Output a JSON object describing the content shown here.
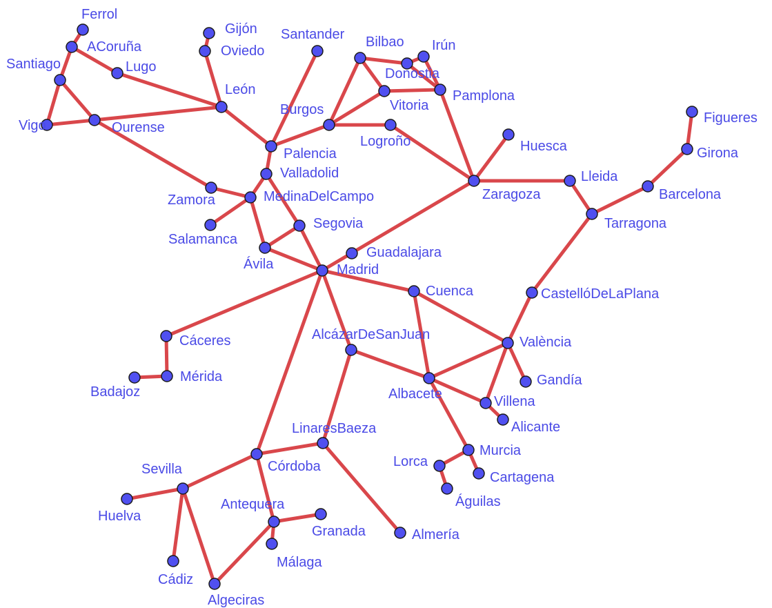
{
  "colors": {
    "edge": "#d9474b",
    "node_fill": "#5050f0",
    "node_stroke": "#1a1a1a",
    "label": "#4a4ae6"
  },
  "nodes": [
    {
      "id": "Ferrol",
      "label": "Ferrol"
    },
    {
      "id": "ACoruna",
      "label": "ACoruña"
    },
    {
      "id": "Santiago",
      "label": "Santiago"
    },
    {
      "id": "Lugo",
      "label": "Lugo"
    },
    {
      "id": "Vigo",
      "label": "Vigo"
    },
    {
      "id": "Ourense",
      "label": "Ourense"
    },
    {
      "id": "Gijon",
      "label": "Gijón"
    },
    {
      "id": "Oviedo",
      "label": "Oviedo"
    },
    {
      "id": "Leon",
      "label": "León"
    },
    {
      "id": "Santander",
      "label": "Santander"
    },
    {
      "id": "Bilbao",
      "label": "Bilbao"
    },
    {
      "id": "Irun",
      "label": "Irún"
    },
    {
      "id": "Donostia",
      "label": "Donostia"
    },
    {
      "id": "Vitoria",
      "label": "Vitoria"
    },
    {
      "id": "Pamplona",
      "label": "Pamplona"
    },
    {
      "id": "Burgos",
      "label": "Burgos"
    },
    {
      "id": "Logrono",
      "label": "Logroño"
    },
    {
      "id": "Palencia",
      "label": "Palencia"
    },
    {
      "id": "Valladolid",
      "label": "Valladolid"
    },
    {
      "id": "Zamora",
      "label": "Zamora"
    },
    {
      "id": "MedinaDelCampo",
      "label": "MedinaDelCampo"
    },
    {
      "id": "Salamanca",
      "label": "Salamanca"
    },
    {
      "id": "Segovia",
      "label": "Segovia"
    },
    {
      "id": "Avila",
      "label": "Ávila"
    },
    {
      "id": "Guadalajara",
      "label": "Guadalajara"
    },
    {
      "id": "Madrid",
      "label": "Madrid"
    },
    {
      "id": "Huesca",
      "label": "Huesca"
    },
    {
      "id": "Zaragoza",
      "label": "Zaragoza"
    },
    {
      "id": "Lleida",
      "label": "Lleida"
    },
    {
      "id": "Figueres",
      "label": "Figueres"
    },
    {
      "id": "Girona",
      "label": "Girona"
    },
    {
      "id": "Barcelona",
      "label": "Barcelona"
    },
    {
      "id": "Tarragona",
      "label": "Tarragona"
    },
    {
      "id": "CastelloDeLaPlana",
      "label": "CastellóDeLaPlana"
    },
    {
      "id": "Cuenca",
      "label": "Cuenca"
    },
    {
      "id": "Valencia",
      "label": "València"
    },
    {
      "id": "Gandia",
      "label": "Gandía"
    },
    {
      "id": "Caceres",
      "label": "Cáceres"
    },
    {
      "id": "Merida",
      "label": "Mérida"
    },
    {
      "id": "Badajoz",
      "label": "Badajoz"
    },
    {
      "id": "AlcazarDeSanJuan",
      "label": "AlcázarDeSanJuan"
    },
    {
      "id": "Albacete",
      "label": "Albacete"
    },
    {
      "id": "Villena",
      "label": "Villena"
    },
    {
      "id": "Alicante",
      "label": "Alicante"
    },
    {
      "id": "LinaresBaeza",
      "label": "LinaresBaeza"
    },
    {
      "id": "Murcia",
      "label": "Murcia"
    },
    {
      "id": "Lorca",
      "label": "Lorca"
    },
    {
      "id": "Cartagena",
      "label": "Cartagena"
    },
    {
      "id": "Aguilas",
      "label": "Águilas"
    },
    {
      "id": "Sevilla",
      "label": "Sevilla"
    },
    {
      "id": "Cordoba",
      "label": "Córdoba"
    },
    {
      "id": "Huelva",
      "label": "Huelva"
    },
    {
      "id": "Antequera",
      "label": "Antequera"
    },
    {
      "id": "Granada",
      "label": "Granada"
    },
    {
      "id": "Almeria",
      "label": "Almería"
    },
    {
      "id": "Malaga",
      "label": "Málaga"
    },
    {
      "id": "Cadiz",
      "label": "Cádiz"
    },
    {
      "id": "Algeciras",
      "label": "Algeciras"
    }
  ],
  "edges": [
    [
      "Ferrol",
      "ACoruna"
    ],
    [
      "ACoruna",
      "Santiago"
    ],
    [
      "ACoruna",
      "Lugo"
    ],
    [
      "Lugo",
      "Leon"
    ],
    [
      "Santiago",
      "Vigo"
    ],
    [
      "Santiago",
      "Ourense"
    ],
    [
      "Vigo",
      "Ourense"
    ],
    [
      "Ourense",
      "Leon"
    ],
    [
      "Ourense",
      "Zamora"
    ],
    [
      "Gijon",
      "Oviedo"
    ],
    [
      "Oviedo",
      "Leon"
    ],
    [
      "Leon",
      "Palencia"
    ],
    [
      "Santander",
      "Palencia"
    ],
    [
      "Palencia",
      "Burgos"
    ],
    [
      "Palencia",
      "Valladolid"
    ],
    [
      "Valladolid",
      "MedinaDelCampo"
    ],
    [
      "Valladolid",
      "Segovia"
    ],
    [
      "Zamora",
      "MedinaDelCampo"
    ],
    [
      "Salamanca",
      "MedinaDelCampo"
    ],
    [
      "MedinaDelCampo",
      "Avila"
    ],
    [
      "Segovia",
      "Madrid"
    ],
    [
      "Segovia",
      "Avila"
    ],
    [
      "Avila",
      "Madrid"
    ],
    [
      "Burgos",
      "Bilbao"
    ],
    [
      "Burgos",
      "Vitoria"
    ],
    [
      "Burgos",
      "Logrono"
    ],
    [
      "Bilbao",
      "Donostia"
    ],
    [
      "Bilbao",
      "Vitoria"
    ],
    [
      "Donostia",
      "Irun"
    ],
    [
      "Donostia",
      "Pamplona"
    ],
    [
      "Irun",
      "Pamplona"
    ],
    [
      "Vitoria",
      "Pamplona"
    ],
    [
      "Pamplona",
      "Zaragoza"
    ],
    [
      "Logrono",
      "Zaragoza"
    ],
    [
      "Huesca",
      "Zaragoza"
    ],
    [
      "Zaragoza",
      "Lleida"
    ],
    [
      "Zaragoza",
      "Madrid"
    ],
    [
      "Lleida",
      "Tarragona"
    ],
    [
      "Figueres",
      "Girona"
    ],
    [
      "Girona",
      "Barcelona"
    ],
    [
      "Barcelona",
      "Tarragona"
    ],
    [
      "Tarragona",
      "CastelloDeLaPlana"
    ],
    [
      "CastelloDeLaPlana",
      "Valencia"
    ],
    [
      "Madrid",
      "Cuenca"
    ],
    [
      "Cuenca",
      "Valencia"
    ],
    [
      "Cuenca",
      "Albacete"
    ],
    [
      "Madrid",
      "Caceres"
    ],
    [
      "Caceres",
      "Merida"
    ],
    [
      "Merida",
      "Badajoz"
    ],
    [
      "Madrid",
      "AlcazarDeSanJuan"
    ],
    [
      "AlcazarDeSanJuan",
      "Albacete"
    ],
    [
      "AlcazarDeSanJuan",
      "LinaresBaeza"
    ],
    [
      "Madrid",
      "Cordoba"
    ],
    [
      "Albacete",
      "Valencia"
    ],
    [
      "Albacete",
      "Villena"
    ],
    [
      "Albacete",
      "Murcia"
    ],
    [
      "Valencia",
      "Gandia"
    ],
    [
      "Valencia",
      "Villena"
    ],
    [
      "Villena",
      "Alicante"
    ],
    [
      "Murcia",
      "Lorca"
    ],
    [
      "Murcia",
      "Cartagena"
    ],
    [
      "Lorca",
      "Aguilas"
    ],
    [
      "LinaresBaeza",
      "Cordoba"
    ],
    [
      "LinaresBaeza",
      "Almeria"
    ],
    [
      "Cordoba",
      "Sevilla"
    ],
    [
      "Cordoba",
      "Antequera"
    ],
    [
      "Sevilla",
      "Huelva"
    ],
    [
      "Sevilla",
      "Cadiz"
    ],
    [
      "Sevilla",
      "Algeciras"
    ],
    [
      "Antequera",
      "Granada"
    ],
    [
      "Antequera",
      "Malaga"
    ],
    [
      "Antequera",
      "Algeciras"
    ]
  ]
}
